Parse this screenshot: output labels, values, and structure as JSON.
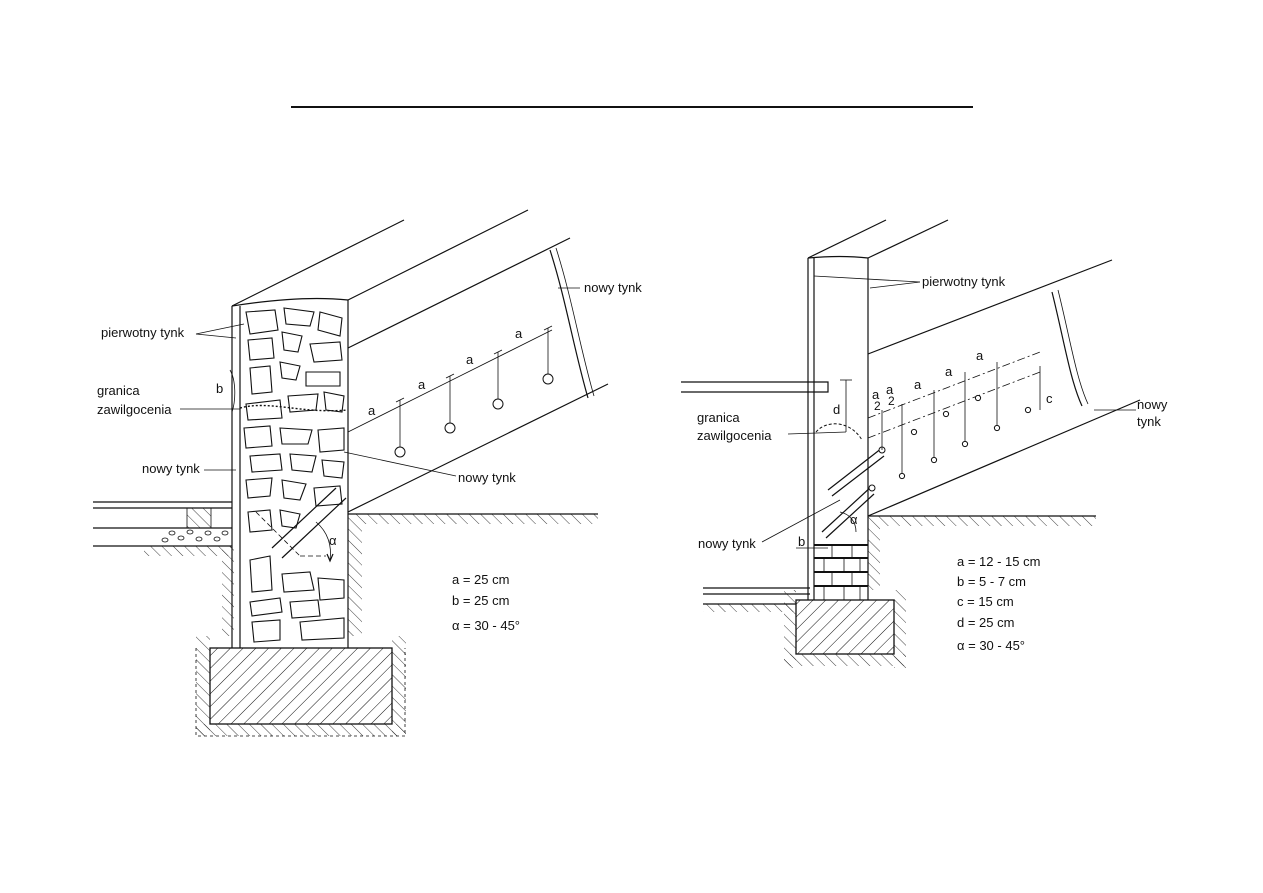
{
  "left_diagram": {
    "labels": {
      "original_plaster": "pierwotny tynk",
      "new_plaster_top": "nowy tynk",
      "moisture_boundary_line1": "granica",
      "moisture_boundary_line2": "zawilgocenia",
      "dim_b": "b",
      "new_plaster_left": "nowy tynk",
      "new_plaster_mid": "nowy tynk",
      "alpha": "α",
      "spacing": "a"
    },
    "legend": [
      "a = 25 cm",
      "b = 25 cm",
      "α = 30 - 45°"
    ]
  },
  "right_diagram": {
    "labels": {
      "original_plaster": "pierwotny tynk",
      "new_plaster_right_line1": "nowy",
      "new_plaster_right_line2": "tynk",
      "moisture_boundary_line1": "granica",
      "moisture_boundary_line2": "zawilgocenia",
      "new_plaster_bottom": "nowy tynk",
      "dim_d": "d",
      "dim_b": "b",
      "dim_c": "c",
      "alpha": "α",
      "spacing": "a",
      "half_num": "a",
      "half_den": "2"
    },
    "legend": [
      "a = 12 - 15 cm",
      "b = 5 - 7 cm",
      "c = 15 cm",
      "d = 25 cm",
      "α = 30 - 45°"
    ]
  }
}
